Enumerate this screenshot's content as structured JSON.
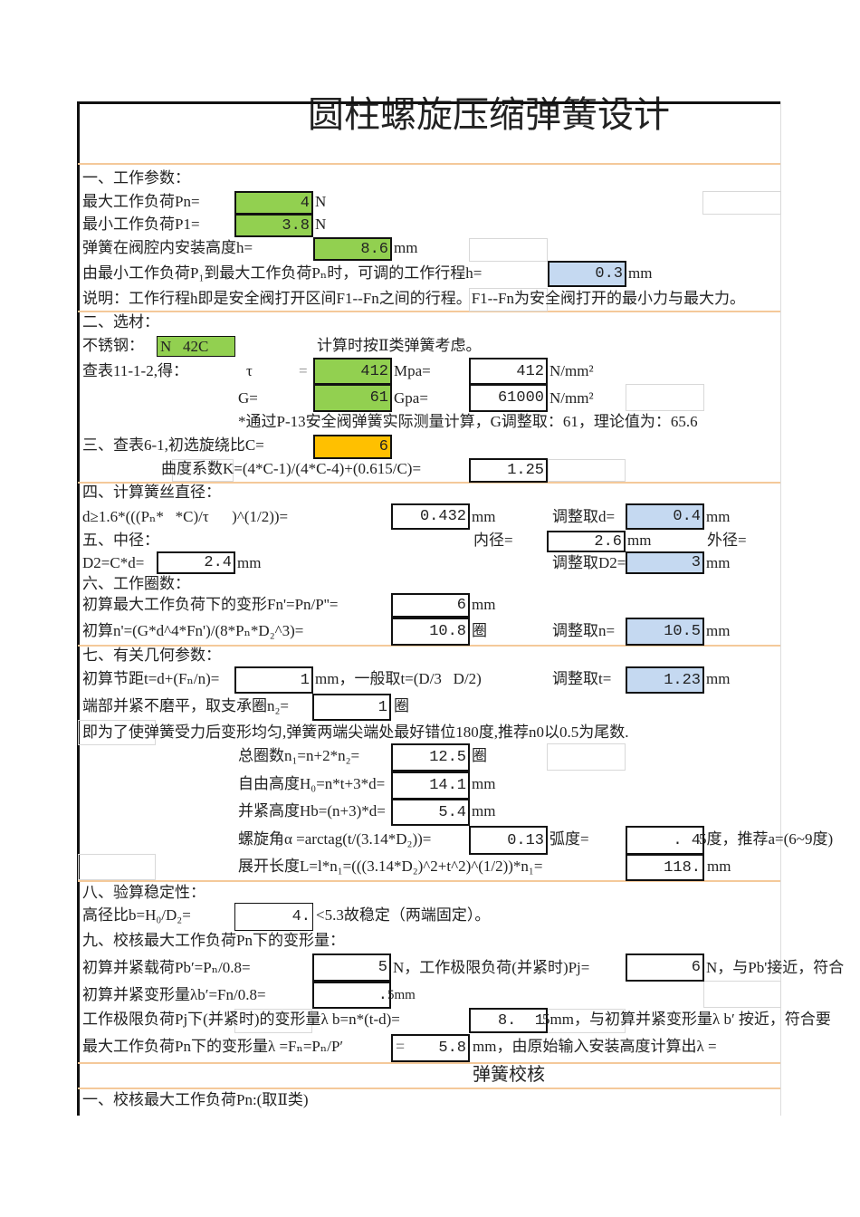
{
  "title": "圆柱螺旋压缩弹簧设计",
  "colors": {
    "input_green": "#92d050",
    "adjust_blue": "#c5d9f1",
    "select_orange": "#ffc000",
    "separator": "#f4c99a"
  },
  "s1": {
    "heading": "一、工作参数：",
    "pn_label": "最大工作负荷Pn=",
    "pn_value": "4",
    "pn_unit": "N",
    "p1_label": "最小工作负荷P1=",
    "p1_value": "3.8",
    "p1_unit": "N",
    "h_label": "弹簧在阀腔内安装高度h=",
    "h_value": "8.6",
    "h_unit": "mm",
    "stroke_label": "由最小工作负荷P₁到最大工作负荷Pₙ时，可调的工作行程h=",
    "stroke_value": "0.3",
    "stroke_unit": "mm",
    "note": "说明：工作行程h即是安全阀打开区间F1--Fn之间的行程。F1--Fn为安全阀打开的最小力与最大力。"
  },
  "s2": {
    "heading": "二、选材：",
    "steel_label": "不锈钢：",
    "steel_value": "N   42C",
    "class_note": "计算时按Ⅱ类弹簧考虑。",
    "table_label": "查表11-1-2,得：",
    "tau": "τ",
    "eq": "=",
    "tau_value": "412",
    "tau_unit": "Mpa=",
    "tau_conv": "412",
    "tau_conv_unit": "N/mm²",
    "g_label": "G=",
    "g_value": "61",
    "g_unit": "Gpa=",
    "g_conv": "61000",
    "g_conv_unit": "N/mm²",
    "g_note": "*通过P-13安全阀弹簧实际测量计算，G调整取：61，理论值为：65.6"
  },
  "s3": {
    "heading": "三、查表6-1,初选旋绕比C=",
    "c_value": "6",
    "k_label": "曲度系数K=(4*C-1)/(4*C-4)+(0.615/C)=",
    "k_value": "1.25"
  },
  "s4": {
    "heading": "四、计算簧丝直径：",
    "d_label": "d≥1.6*(((Pₙ*   *C)/τ      )^(1/2))=",
    "d_value": "0.432",
    "d_unit": "mm",
    "d_adj_label": "调整取d=",
    "d_adj_value": "0.4",
    "d_adj_unit": "mm"
  },
  "s5": {
    "heading": "五、中径：",
    "inner_label": "内径=",
    "inner_value": "2.6",
    "inner_unit": "mm",
    "outer_label": "外径=",
    "d2_label": "D2=C*d=",
    "d2_value": "2.4",
    "d2_unit": "mm",
    "d2_adj_label": "调整取D2=",
    "d2_adj_value": "3",
    "d2_adj_unit": "mm"
  },
  "s6": {
    "heading": "六、工作圈数：",
    "fn_label": "初算最大工作负荷下的变形Fn'=Pn/P''=",
    "fn_value": "6",
    "fn_unit": "mm",
    "n_label": "初算n'=(G*d^4*Fn')/(8*Pₙ*D₂^3)=",
    "n_value": "10.8",
    "n_unit": "圈",
    "n_adj_label": "调整取n=",
    "n_adj_value": "10.5",
    "n_adj_unit": "mm"
  },
  "s7": {
    "heading": "七、有关几何参数：",
    "t_label": "初算节距t=d+(Fₙ/n)=",
    "t_value": "1",
    "t_note": "mm，一般取t=(D/3   D/2)",
    "t_adj_label": "调整取t=",
    "t_adj_value": "1.23",
    "t_adj_unit": "mm",
    "n2_label": "端部并紧不磨平，取支承圈n₂=",
    "n2_value": "1",
    "n2_unit": "圈",
    "offset_note": "即为了使弹簧受力后变形均匀,弹簧两端尖端处最好错位180度,推荐n0以0.5为尾数.",
    "n1_label": "总圈数n₁=n+2*n₂=",
    "n1_value": "12.5",
    "n1_unit": "圈",
    "h0_label": "自由高度H₀=n*t+3*d=",
    "h0_value": "14.1",
    "h0_unit": "mm",
    "hb_label": "并紧高度Hb=(n+3)*d=",
    "hb_value": "5.4",
    "hb_unit": "mm",
    "alpha_label": "螺旋角α =arctag(t/(3.14*D₂))=",
    "alpha_value": "0.13",
    "alpha_unit": "弧度=",
    "deg_value": ". 4",
    "deg_note": "5度，推荐a=(6~9度)",
    "len_label": "展开长度L=l*n₁=(((3.14*D₂)^2+t^2)^(1/2))*n₁=",
    "len_value": "118.",
    "len_unit": "mm"
  },
  "s8": {
    "heading": "八、验算稳定性：",
    "b_label": "高径比b=H₀/D₂=",
    "b_value": "4.",
    "b_note": "<5.3故稳定（两端固定）。"
  },
  "s9": {
    "heading": "九、校核最大工作负荷Pn下的变形量：",
    "pb_label": "初算并紧载荷Pb′=Pₙ/0.8=",
    "pb_value": "5",
    "pb_note": "N，工作极限负荷(并紧时)Pj=",
    "pj_value": "6",
    "pj_note": "N，与Pb'接近，符合",
    "lb_label": "初算并紧变形量λb′=Fn/0.8=",
    "lb_value": ".",
    "lb_unit": "5mm",
    "lbj_label": "工作极限负荷Pj下(并紧时)的变形量λ b=n*(t-d)=",
    "lbj_value": "8.  1",
    "lbj_note": "5mm，与初算并紧变形量λ b′ 按近，符合要",
    "ln_label": "最大工作负荷Pn下的变形量λ =Fₙ=Pₙ/P′",
    "ln_eq": "=",
    "ln_value": "5.8",
    "ln_note": "mm，由原始输入安装高度计算出λ ="
  },
  "check": {
    "heading": "弹簧校核",
    "item1": "一、校核最大工作负荷Pn:(取Ⅱ类)"
  }
}
